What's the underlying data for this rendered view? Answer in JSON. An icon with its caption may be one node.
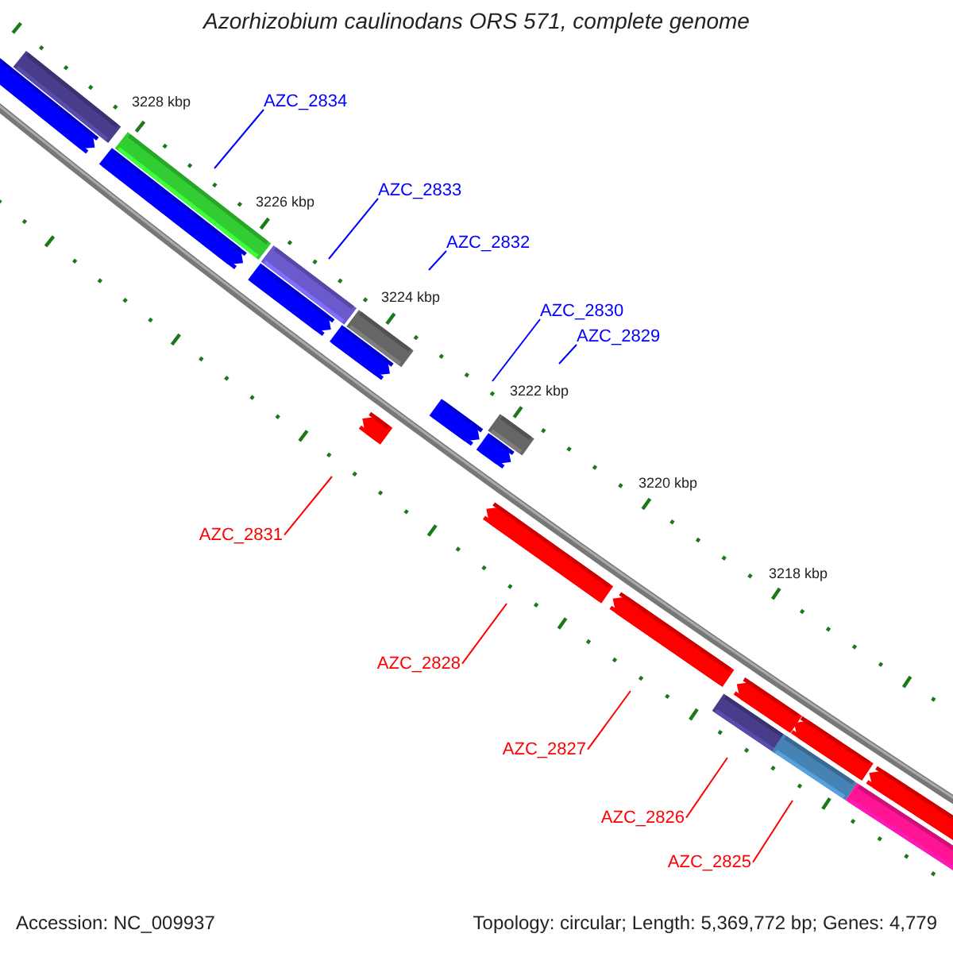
{
  "diagram": {
    "title": "Azorhizobium caulinodans ORS 571, complete genome",
    "nodes": [
      {
        "text": [
          "AZC_2834"
        ]
      },
      {
        "text": [
          "AZC_2833"
        ]
      },
      {
        "text": [
          "AZC_2832"
        ]
      },
      {
        "text": [
          "AZC_2830"
        ]
      },
      {
        "text": [
          "AZC_2829"
        ]
      },
      {
        "text": [
          "AZC_2831"
        ]
      },
      {
        "text": [
          "AZC_2828"
        ]
      },
      {
        "text": [
          "AZC_2827"
        ]
      },
      {
        "text": [
          "AZC_2826"
        ]
      },
      {
        "text": [
          "AZC_2825"
        ]
      }
    ],
    "edges": [
      {
        "from": 0,
        "to": null,
        "arrow": "none",
        "color": "#0000ff"
      },
      {
        "from": 1,
        "to": null,
        "arrow": "none",
        "color": "#0000ff"
      },
      {
        "from": 2,
        "to": null,
        "arrow": "none",
        "color": "#0000ff"
      },
      {
        "from": 3,
        "to": null,
        "arrow": "none",
        "color": "#0000ff"
      },
      {
        "from": 4,
        "to": null,
        "arrow": "none",
        "color": "#0000ff"
      },
      {
        "from": 5,
        "to": null,
        "arrow": "none",
        "color": "#ff0000"
      },
      {
        "from": 6,
        "to": null,
        "arrow": "none",
        "color": "#ff0000"
      },
      {
        "from": 7,
        "to": null,
        "arrow": "none",
        "color": "#ff0000"
      },
      {
        "from": 8,
        "to": null,
        "arrow": "none",
        "color": "#ff0000"
      },
      {
        "from": 9,
        "to": null,
        "arrow": "none",
        "color": "#ff0000"
      }
    ],
    "labels": [
      "3228 kbp",
      "3226 kbp",
      "3224 kbp",
      "3222 kbp",
      "3220 kbp",
      "3218 kbp",
      "Accession: NC_009937",
      "Topology: circular; Length: 5,369,772 bp; Genes: 4,779"
    ]
  }
}
